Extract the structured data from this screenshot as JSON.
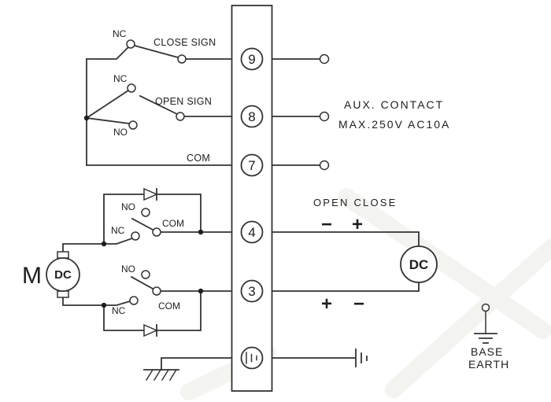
{
  "colors": {
    "ink": "#333333",
    "text": "#1e1e1e",
    "background": "#ffffff",
    "watermark": "#ecece7"
  },
  "terminals": {
    "t9": "9",
    "t8": "8",
    "t7": "7",
    "t4": "4",
    "t3": "3"
  },
  "labels": {
    "nc": "NC",
    "no": "NO",
    "com": "COM",
    "close_sign": "CLOSE SIGN",
    "open_sign": "OPEN SIGN",
    "aux_line1": "AUX. CONTACT",
    "aux_line2": "MAX.250V AC10A",
    "open_close": "OPEN CLOSE",
    "minus": "−",
    "plus": "+",
    "motor": "M",
    "motor_type": "DC",
    "supply_type": "DC",
    "base": "BASE",
    "earth": "EARTH"
  }
}
